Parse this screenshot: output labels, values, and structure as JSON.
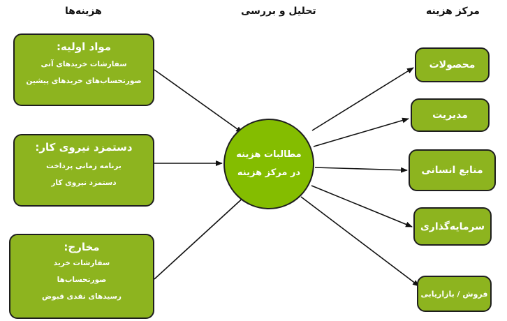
{
  "headers": {
    "costs": "هزینه‌ها",
    "analysis": "تحلیل و بررسی",
    "cost_center": "مرکز هزینه"
  },
  "sources": [
    {
      "title": "مواد اولیه:",
      "lines": [
        "سفارشات خریدهای آتی",
        "صورتحساب‌های خریدهای پیشین"
      ]
    },
    {
      "title": "دستمزد نیروی کار:",
      "lines": [
        "برنامه زمانی پرداخت",
        "دستمزد نیروی کار"
      ]
    },
    {
      "title": "مخارج:",
      "lines": [
        "سفارشات خرید",
        "صورتحساب‌ها",
        "رسیدهای نقدی قبوض"
      ]
    }
  ],
  "center": {
    "line1": "مطالبات هزینه",
    "line2": "در مرکز هزینه"
  },
  "targets": [
    "محصولات",
    "مدیریت",
    "منابع انسانی",
    "سرمایه‌گذاری",
    "فروش / بازاریابی"
  ],
  "colors": {
    "box_fill": "#8db41f",
    "circle_fill": "#84bd00",
    "border": "#1e1e1e",
    "text": "#ffffff"
  }
}
